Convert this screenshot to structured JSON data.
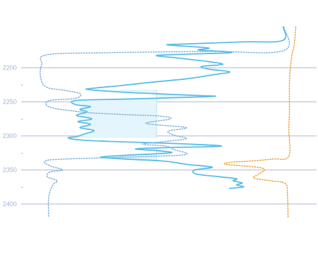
{
  "chart_data": {
    "type": "line",
    "title": "",
    "xlabel": "",
    "ylabel": "",
    "orientation": "vertical-depth",
    "y_axis": {
      "range": [
        2175,
        2420
      ],
      "major_ticks": [
        2200,
        2250,
        2300,
        2350,
        2400
      ],
      "minor_ticks": [
        2225,
        2275,
        2325,
        2375
      ],
      "tick_labels": [
        "2200",
        "2250",
        "2300",
        "2350",
        "2400"
      ],
      "minor_tick_labels": [
        "-",
        "-",
        "-",
        "-"
      ],
      "grid": true
    },
    "colors": {
      "grid": "#c9cbe0",
      "depth_label": "#9fb0d8",
      "series_blue": "#5bbde8",
      "series_light": "#7fb2dc",
      "series_orange": "#e8a640",
      "fill": "#e4f5fd"
    },
    "series": [
      {
        "style": "dotted",
        "color": "#7fb2dc",
        "points": [
          [
            408,
            2140
          ],
          [
            407,
            2175
          ],
          [
            300,
            2176
          ],
          [
            150,
            2178
          ],
          [
            67,
            2181
          ],
          [
            60,
            2195
          ],
          [
            58,
            2212
          ],
          [
            66,
            2228
          ],
          [
            92,
            2233
          ],
          [
            115,
            2238
          ],
          [
            108,
            2245
          ],
          [
            72,
            2248
          ],
          [
            67,
            2255
          ],
          [
            80,
            2260
          ],
          [
            102,
            2263
          ],
          [
            128,
            2266
          ],
          [
            185,
            2269
          ],
          [
            230,
            2271
          ],
          [
            245,
            2275
          ],
          [
            210,
            2281
          ],
          [
            228,
            2284
          ],
          [
            268,
            2288
          ],
          [
            242,
            2293
          ],
          [
            250,
            2299
          ],
          [
            268,
            2304
          ],
          [
            240,
            2308
          ],
          [
            205,
            2312
          ],
          [
            238,
            2315
          ],
          [
            250,
            2320
          ],
          [
            268,
            2327
          ],
          [
            220,
            2330
          ],
          [
            95,
            2334
          ],
          [
            65,
            2337
          ],
          [
            72,
            2344
          ],
          [
            90,
            2350
          ],
          [
            72,
            2353
          ],
          [
            68,
            2360
          ],
          [
            82,
            2366
          ],
          [
            76,
            2372
          ],
          [
            70,
            2390
          ],
          [
            70,
            2420
          ]
        ]
      },
      {
        "style": "solid",
        "color": "#5bbde8",
        "fill_between_x": 225,
        "fill_color": "#e4f5fd",
        "fill_depth_ranges": [
          [
            2231,
            2303
          ],
          [
            2316,
            2337
          ]
        ],
        "points": [
          [
            407,
            2140
          ],
          [
            406,
            2160
          ],
          [
            350,
            2162
          ],
          [
            270,
            2165
          ],
          [
            240,
            2166
          ],
          [
            260,
            2168
          ],
          [
            300,
            2171
          ],
          [
            285,
            2174
          ],
          [
            320,
            2176
          ],
          [
            330,
            2178
          ],
          [
            270,
            2180
          ],
          [
            225,
            2182
          ],
          [
            250,
            2185
          ],
          [
            275,
            2188
          ],
          [
            300,
            2191
          ],
          [
            320,
            2195
          ],
          [
            290,
            2198
          ],
          [
            300,
            2202
          ],
          [
            330,
            2206
          ],
          [
            308,
            2210
          ],
          [
            270,
            2216
          ],
          [
            220,
            2221
          ],
          [
            175,
            2226
          ],
          [
            135,
            2230
          ],
          [
            127,
            2232
          ],
          [
            180,
            2236
          ],
          [
            245,
            2239
          ],
          [
            290,
            2241
          ],
          [
            308,
            2242
          ],
          [
            250,
            2244
          ],
          [
            180,
            2246
          ],
          [
            110,
            2248
          ],
          [
            108,
            2254
          ],
          [
            130,
            2257
          ],
          [
            115,
            2261
          ],
          [
            125,
            2265
          ],
          [
            110,
            2270
          ],
          [
            132,
            2275
          ],
          [
            112,
            2279
          ],
          [
            130,
            2283
          ],
          [
            115,
            2288
          ],
          [
            135,
            2292
          ],
          [
            122,
            2297
          ],
          [
            110,
            2301
          ],
          [
            98,
            2303
          ],
          [
            115,
            2306
          ],
          [
            155,
            2308
          ],
          [
            215,
            2310
          ],
          [
            270,
            2312
          ],
          [
            318,
            2315
          ],
          [
            250,
            2317
          ],
          [
            195,
            2319
          ],
          [
            230,
            2322
          ],
          [
            245,
            2325
          ],
          [
            190,
            2328
          ],
          [
            145,
            2331
          ],
          [
            180,
            2334
          ],
          [
            235,
            2337
          ],
          [
            270,
            2342
          ],
          [
            305,
            2346
          ],
          [
            280,
            2350
          ],
          [
            282,
            2356
          ],
          [
            315,
            2360
          ],
          [
            340,
            2363
          ],
          [
            335,
            2366
          ],
          [
            348,
            2369
          ],
          [
            340,
            2372
          ],
          [
            350,
            2375
          ],
          [
            330,
            2377
          ]
        ]
      },
      {
        "style": "dotted",
        "color": "#e8a640",
        "points": [
          [
            425,
            2140
          ],
          [
            423,
            2165
          ],
          [
            419,
            2185
          ],
          [
            416,
            2220
          ],
          [
            416,
            2262
          ],
          [
            415,
            2290
          ],
          [
            415,
            2330
          ],
          [
            392,
            2334
          ],
          [
            360,
            2337
          ],
          [
            330,
            2339
          ],
          [
            326,
            2342
          ],
          [
            370,
            2346
          ],
          [
            380,
            2350
          ],
          [
            372,
            2356
          ],
          [
            365,
            2362
          ],
          [
            390,
            2366
          ],
          [
            410,
            2370
          ],
          [
            413,
            2385
          ],
          [
            414,
            2420
          ]
        ]
      }
    ]
  }
}
